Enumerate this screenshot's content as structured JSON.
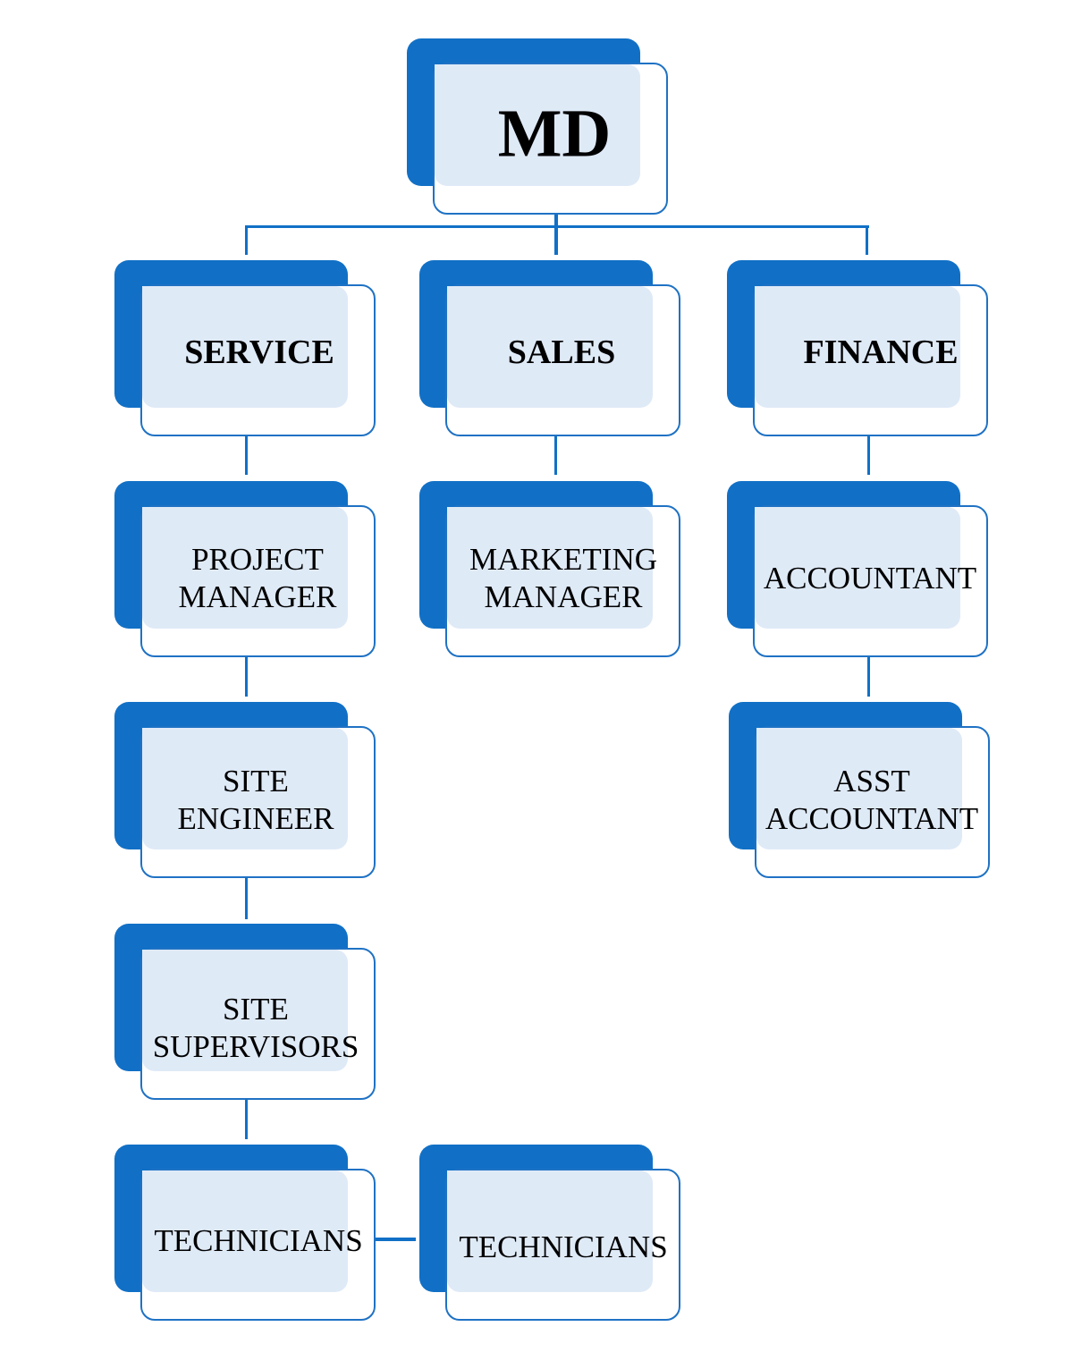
{
  "accent_color": "#1170c6",
  "fill_color": "#dfeaf7",
  "nodes": {
    "md": {
      "label": "MD"
    },
    "service": {
      "label": "SERVICE"
    },
    "sales": {
      "label": "SALES"
    },
    "finance": {
      "label": "FINANCE"
    },
    "project_manager": {
      "line1": "PROJECT",
      "line2": "MANAGER"
    },
    "marketing_manager": {
      "line1": "MARKETING",
      "line2": "MANAGER"
    },
    "accountant": {
      "label": "ACCOUNTANT"
    },
    "site_engineer": {
      "line1": "SITE",
      "line2": "ENGINEER"
    },
    "asst_accountant": {
      "line1": "ASST",
      "line2": "ACCOUNTANT"
    },
    "site_supervisors": {
      "line1": "SITE",
      "line2": "SUPERVISORS"
    },
    "technicians_1": {
      "label": "TECHNICIANS"
    },
    "technicians_2": {
      "label": "TECHNICIANS"
    }
  }
}
